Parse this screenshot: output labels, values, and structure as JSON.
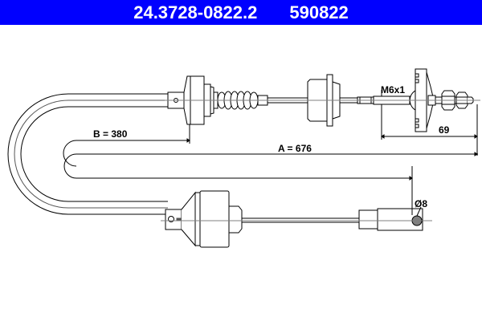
{
  "header": {
    "part_number": "24.3728-0822.2",
    "ref_number": "590822",
    "background_color": "#0000ff",
    "text_color": "#ffffff"
  },
  "diagram": {
    "subject": "clutch cable",
    "dimensions": {
      "B": "B = 380",
      "A": "A = 676",
      "end_length": "69",
      "thread": "M6x1",
      "eye_diameter": "Ø8"
    },
    "line_color": "#000000",
    "centerline_color": "#808080",
    "eye_fill_color": "#808080"
  }
}
